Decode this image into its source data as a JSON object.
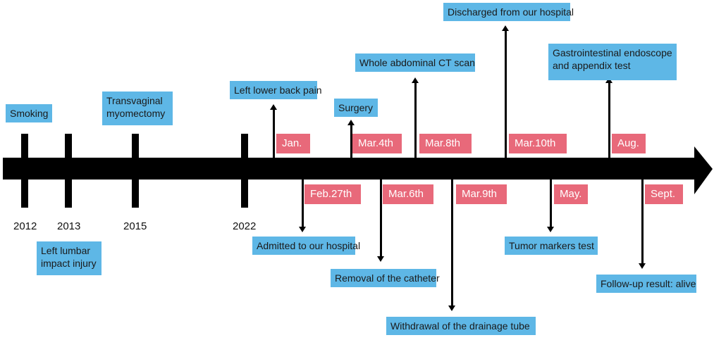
{
  "timeline": {
    "years": [
      "2012",
      "2013",
      "2015",
      "2022"
    ],
    "events_top": {
      "smoking": "Smoking",
      "myomectomy": "Transvaginal myomectomy",
      "back_pain": "Left lower back pain",
      "surgery": "Surgery",
      "ct_scan": "Whole abdominal CT scan",
      "discharged": "Discharged from our hospital",
      "endoscope": "Gastrointestinal endoscope and appendix test"
    },
    "events_bottom": {
      "lumbar": "Left lumbar impact injury",
      "admitted": "Admitted to our hospital",
      "catheter": "Removal of the catheter",
      "drainage": "Withdrawal of the drainage tube",
      "tumor": "Tumor markers test",
      "followup": "Follow-up result: alive"
    },
    "dates": {
      "jan": "Jan.",
      "feb27": "Feb.27th",
      "mar4": "Mar.4th",
      "mar6": "Mar.6th",
      "mar8": "Mar.8th",
      "mar9": "Mar.9th",
      "mar10": "Mar.10th",
      "may": "May.",
      "aug": "Aug.",
      "sept": "Sept."
    },
    "colors": {
      "event_box": "#5eb7e6",
      "date_tag": "#e8697a",
      "axis": "#000000"
    }
  }
}
